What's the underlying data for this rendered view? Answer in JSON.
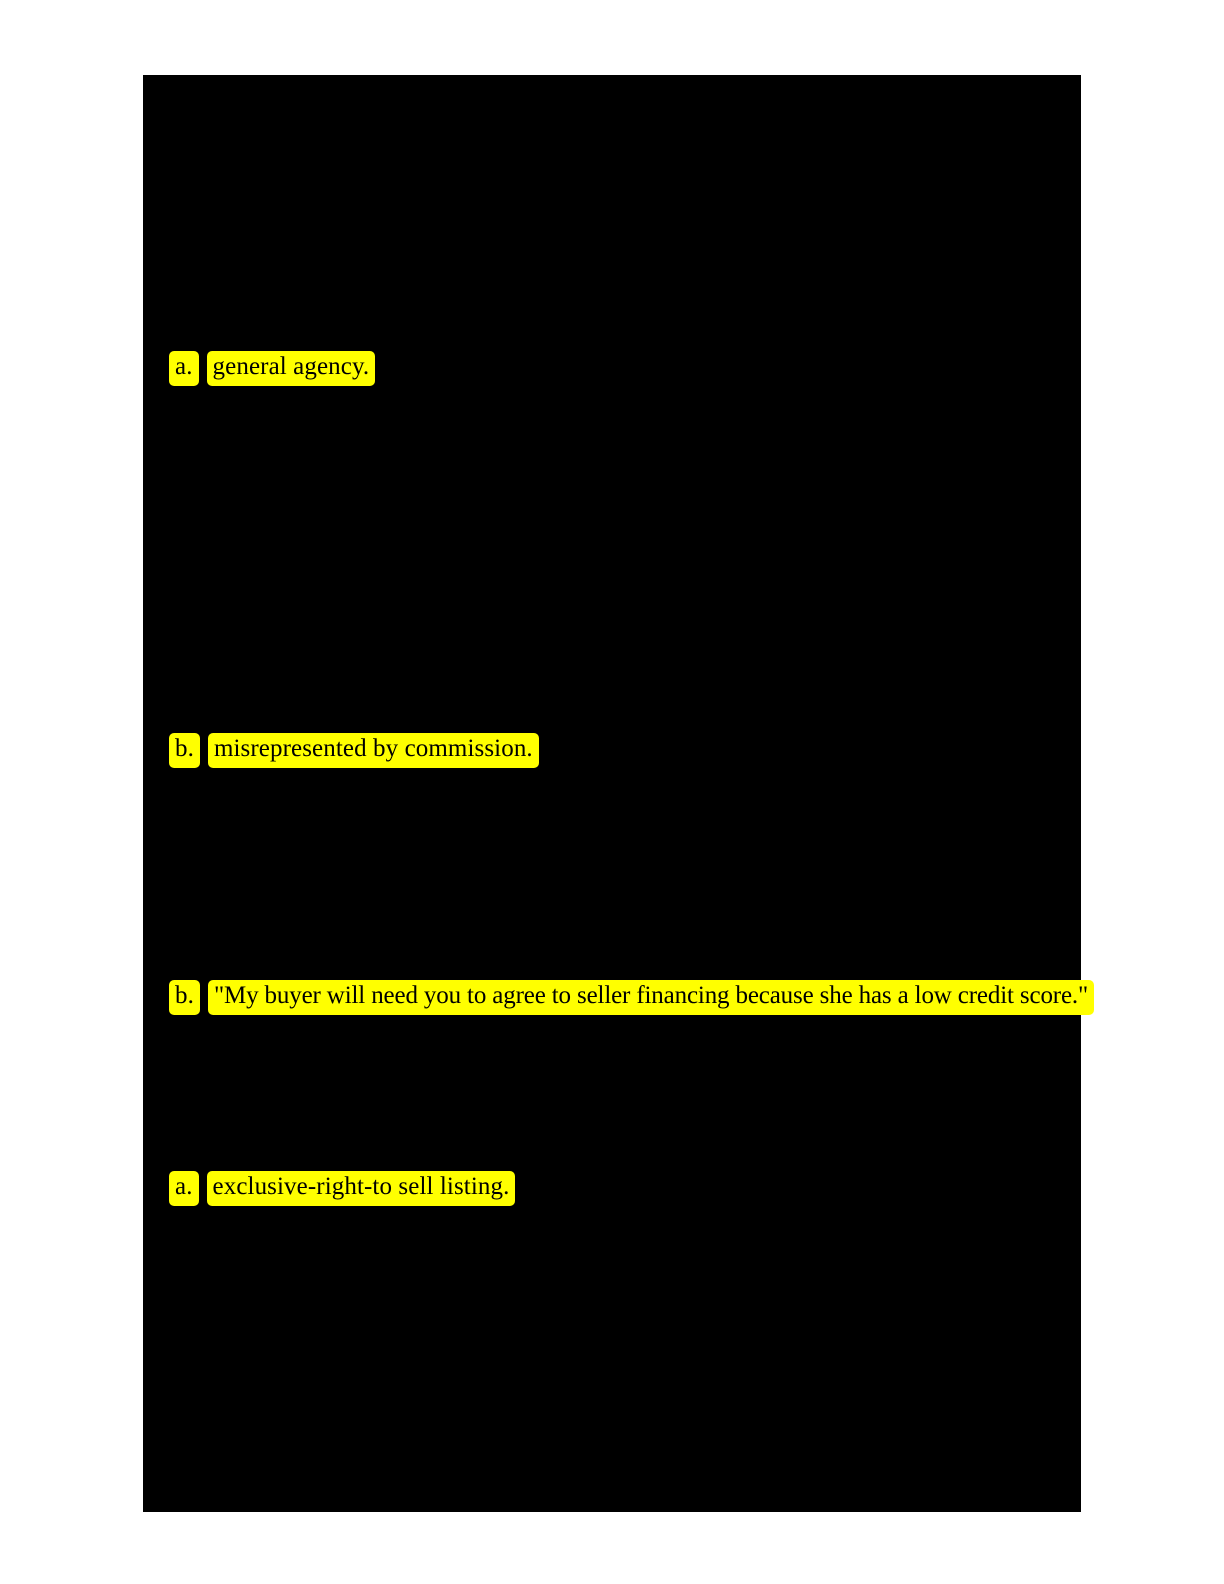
{
  "document": {
    "kind": "redacted-exam-page",
    "page_background_color": "#ffffff",
    "redaction_color": "#000000",
    "highlight_color": "#ffff00",
    "highlight_text_color": "#000000"
  },
  "answers": [
    {
      "label": "a.",
      "text": "general agency."
    },
    {
      "label": "b.",
      "text": "misrepresented by commission."
    },
    {
      "label": "b.",
      "text": "\"My buyer will need you to agree to seller financing because she has a low credit score.\""
    },
    {
      "label": "a.",
      "text": "exclusive-right-to sell listing."
    }
  ]
}
